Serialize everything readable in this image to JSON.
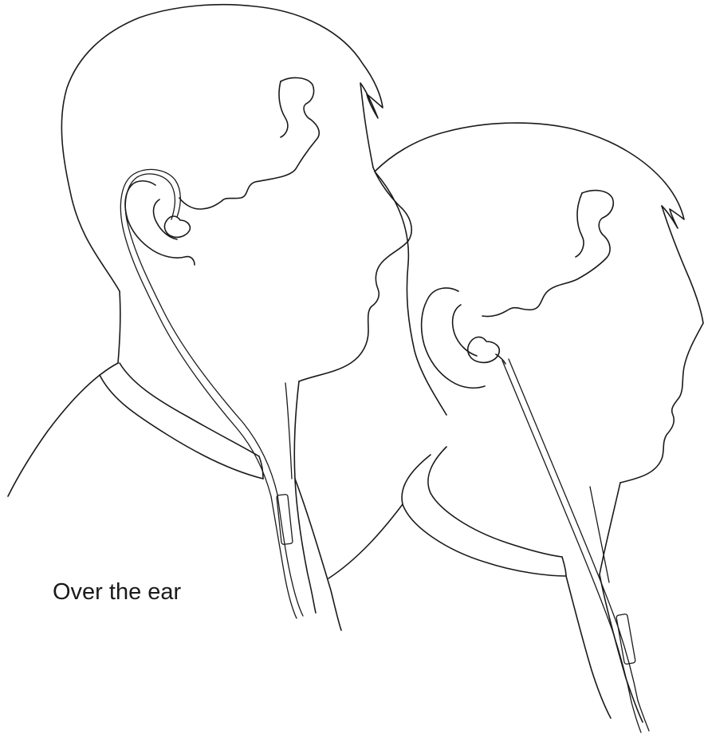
{
  "caption": "Over the ear",
  "colors": {
    "line": "#1a1a1a",
    "background": "#ffffff"
  },
  "figures": [
    {
      "name": "person-wearing-earphone-over-ear",
      "view": "profile-right"
    },
    {
      "name": "person-wearing-earphone-straight-down",
      "view": "profile-right"
    }
  ]
}
